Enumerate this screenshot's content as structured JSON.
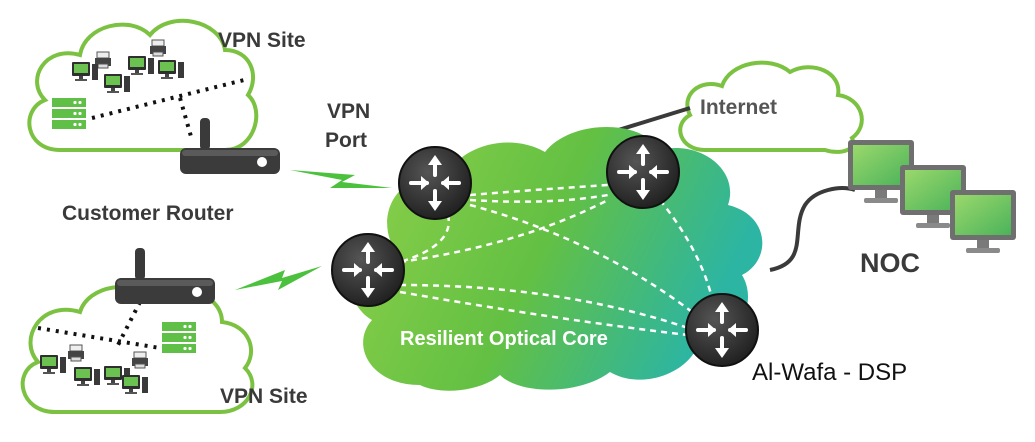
{
  "labels": {
    "vpn_site_top": "VPN Site",
    "vpn_port": [
      "VPN",
      "Port"
    ],
    "customer_router": "Customer Router",
    "internet": "Internet",
    "noc": "NOC",
    "core": "Resilient Optical Core",
    "provider": "Al-Wafa - DSP",
    "vpn_site_bottom": "VPN Site"
  },
  "colors": {
    "core_green": "#6fc43c",
    "core_teal": "#2fb7a0",
    "cloud_outline": "#7cc242",
    "link_green": "#4cc13e",
    "router_dark": "#2e2e2e",
    "monitor_green": "#62c152"
  },
  "icons": {
    "core_router": "core-router-icon",
    "customer_router": "customer-router-icon",
    "monitor": "monitor-icon",
    "server": "server-rack-icon",
    "printer": "printer-icon",
    "lightning": "lightning-link-icon"
  }
}
